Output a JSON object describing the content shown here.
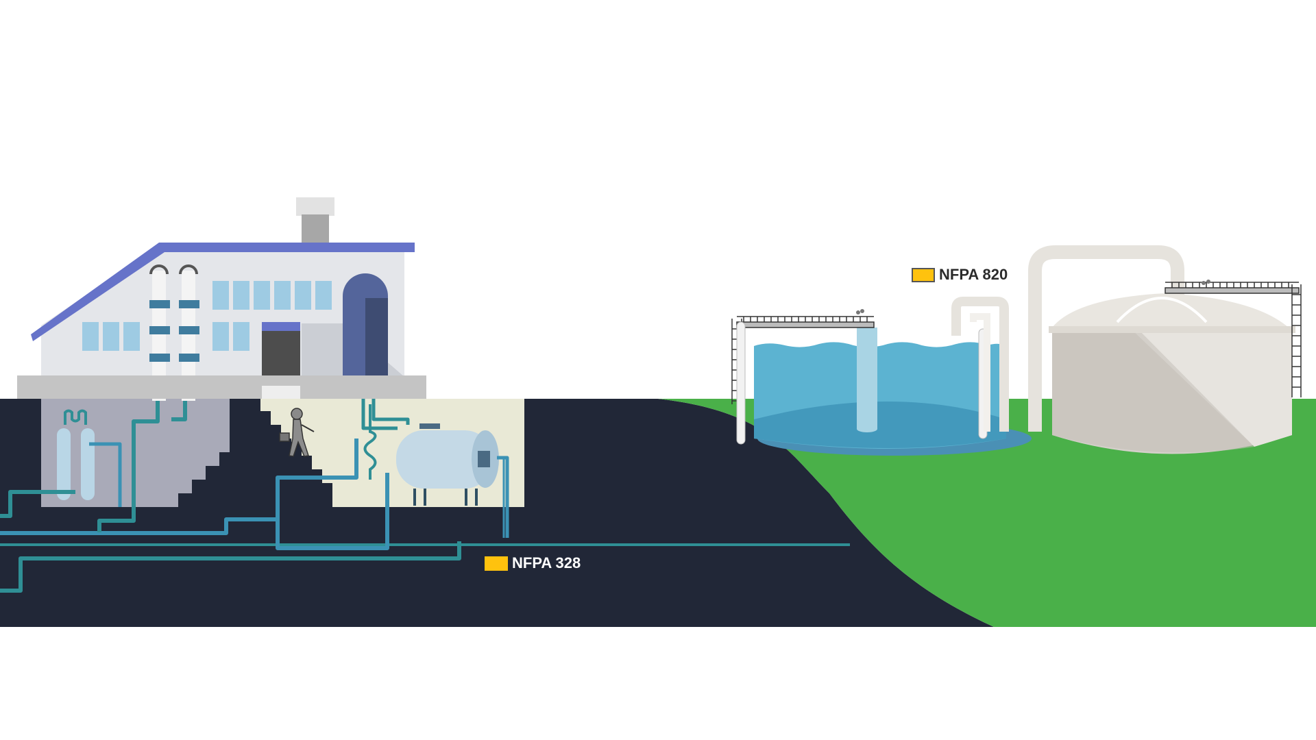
{
  "labels": {
    "nfpa_820": "NFPA 820",
    "nfpa_328": "NFPA 328"
  },
  "colors": {
    "ground_dark": "#212737",
    "grass": "#4ab049",
    "roof": "#6673c9",
    "building_wall": "#e4e6ea",
    "window": "#9ecbe3",
    "pipe": "#2f8f95",
    "water": "#5cb3d1",
    "tank": "#d4d0ca",
    "label_swatch": "#ffc20e"
  },
  "icons": [
    "factory-building",
    "open-water-tank",
    "covered-digester-tank",
    "worker-figure",
    "storage-tank",
    "underground-pipes"
  ]
}
